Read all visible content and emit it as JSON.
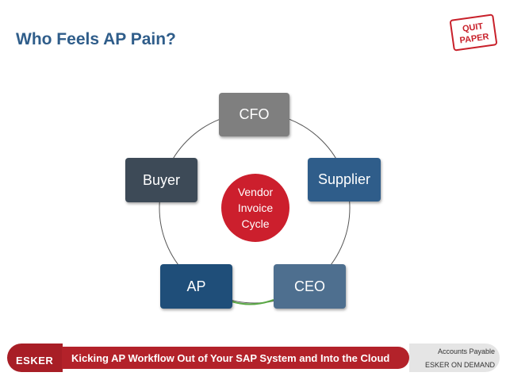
{
  "slide": {
    "title": "Who Feels AP Pain?"
  },
  "logo": {
    "text_line1": "QUIT",
    "text_line2": "PAPER"
  },
  "diagram": {
    "nodes": {
      "cfo": "CFO",
      "supplier": "Supplier",
      "ceo": "CEO",
      "ap": "AP",
      "buyer": "Buyer"
    },
    "center": {
      "line1": "Vendor",
      "line2": "Invoice",
      "line3": "Cycle"
    },
    "colors": {
      "cfo": "#7f7f7f",
      "supplier": "#2f5d8a",
      "ceo": "#4e6f8f",
      "ap": "#1f4e79",
      "buyer": "#3d4a57",
      "center": "#cc1f2d"
    }
  },
  "footer": {
    "brand": "ESKER",
    "tagline": "Kicking AP Workflow Out of Your SAP System and Into the Cloud",
    "product": "Accounts Payable",
    "product_sub": "ESKER ON DEMAND"
  }
}
